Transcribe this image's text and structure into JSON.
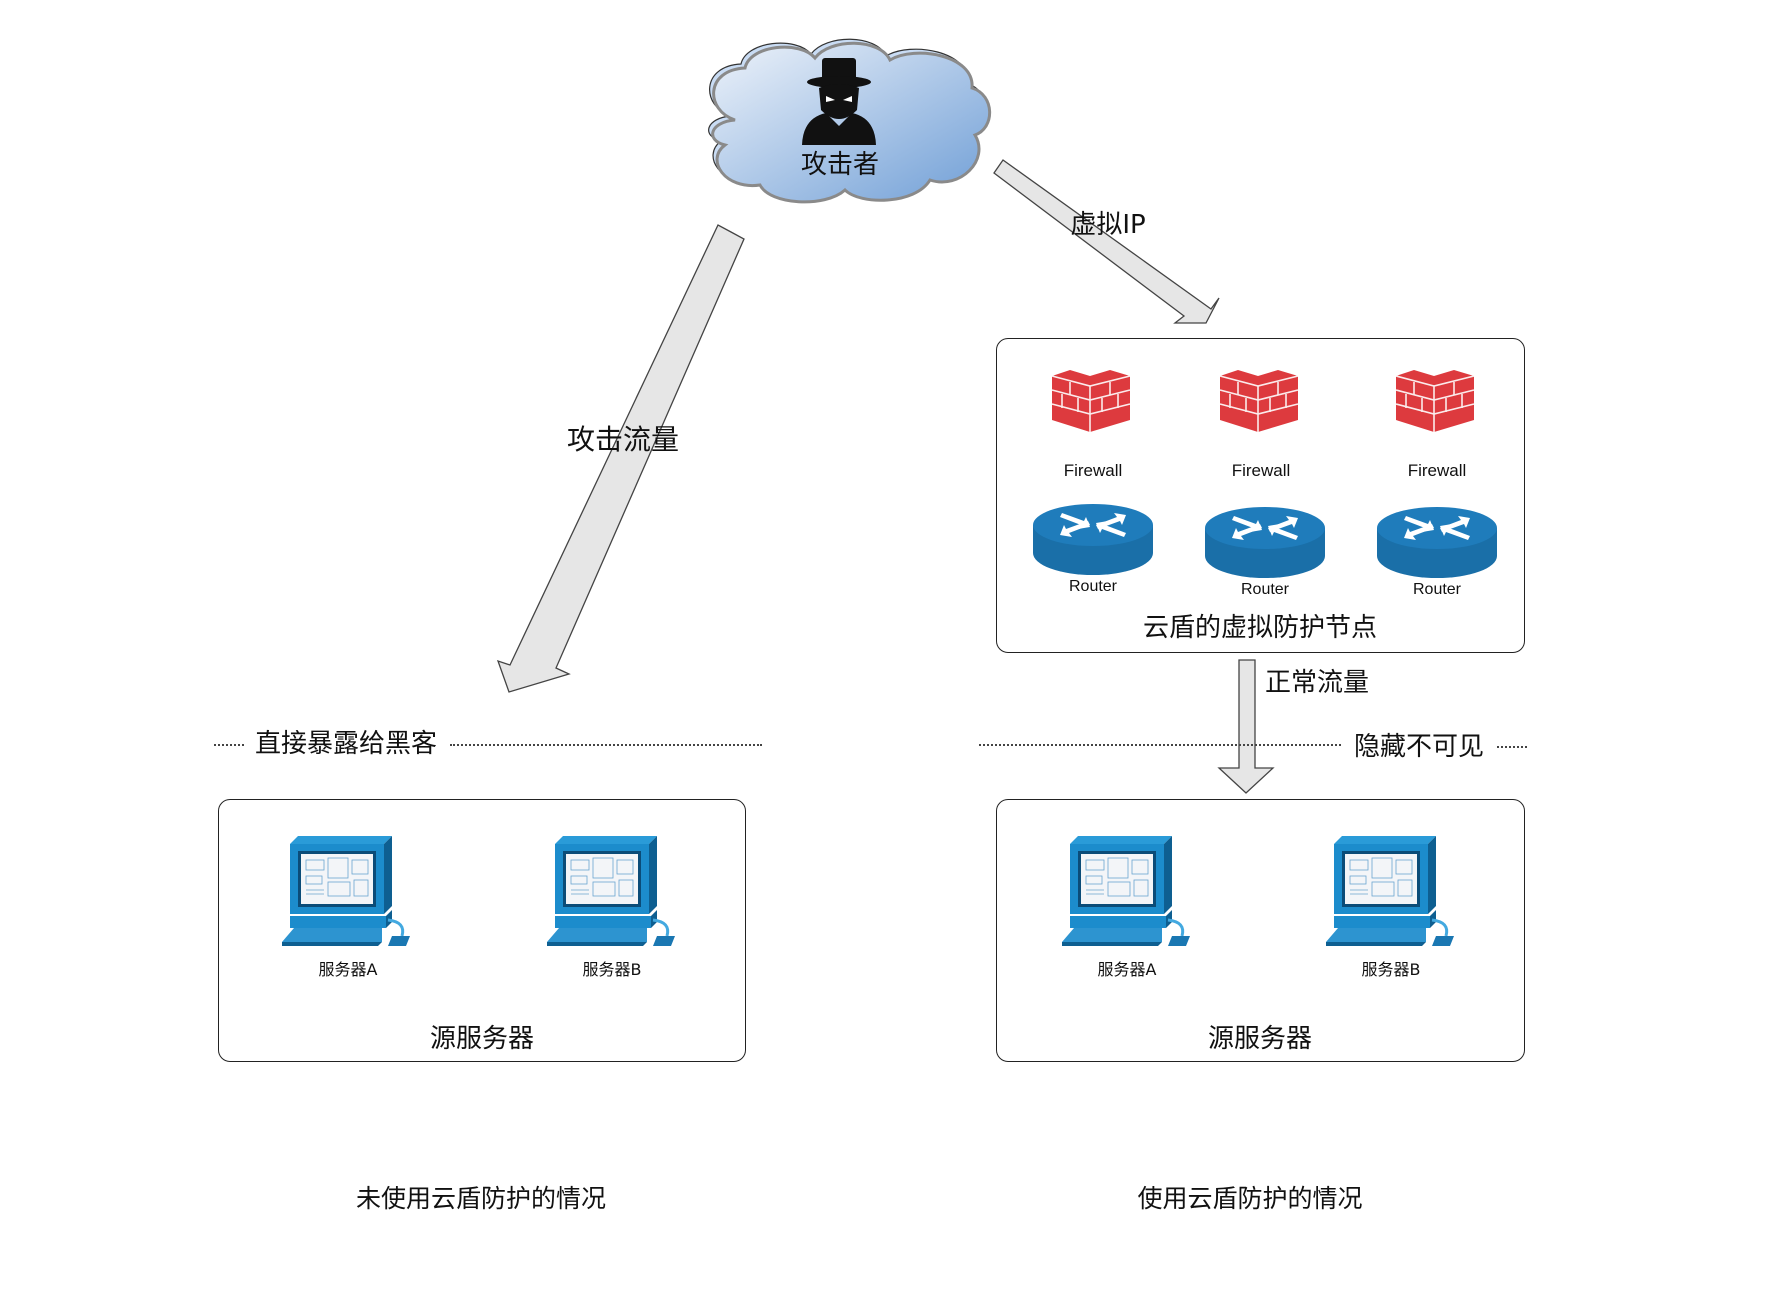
{
  "attacker": {
    "label": "攻击者",
    "icon": "hacker-icon"
  },
  "arrows": {
    "attack_traffic": "攻击流量",
    "virtual_ip": "虚拟IP",
    "normal_traffic": "正常流量"
  },
  "protection_node": {
    "title": "云盾的虚拟防护节点",
    "firewalls": [
      {
        "label": "Firewall"
      },
      {
        "label": "Firewall"
      },
      {
        "label": "Firewall"
      }
    ],
    "routers": [
      {
        "label": "Router"
      },
      {
        "label": "Router"
      },
      {
        "label": "Router"
      }
    ]
  },
  "separators": {
    "left": "直接暴露给黑客",
    "right": "隐藏不可见"
  },
  "origin_left": {
    "title": "源服务器",
    "servers": [
      {
        "label": "服务器A"
      },
      {
        "label": "服务器B"
      }
    ]
  },
  "origin_right": {
    "title": "源服务器",
    "servers": [
      {
        "label": "服务器A"
      },
      {
        "label": "服务器B"
      }
    ]
  },
  "captions": {
    "left": "未使用云盾防护的情况",
    "right": "使用云盾防护的情况"
  },
  "colors": {
    "firewall_red": "#dd3a3e",
    "router_blue": "#1a6fa8",
    "server_blue": "#1f8ccc",
    "cloud_light": "#dbe8f6",
    "cloud_dark": "#7ea7d8",
    "arrow_fill": "#e6e6e6"
  }
}
